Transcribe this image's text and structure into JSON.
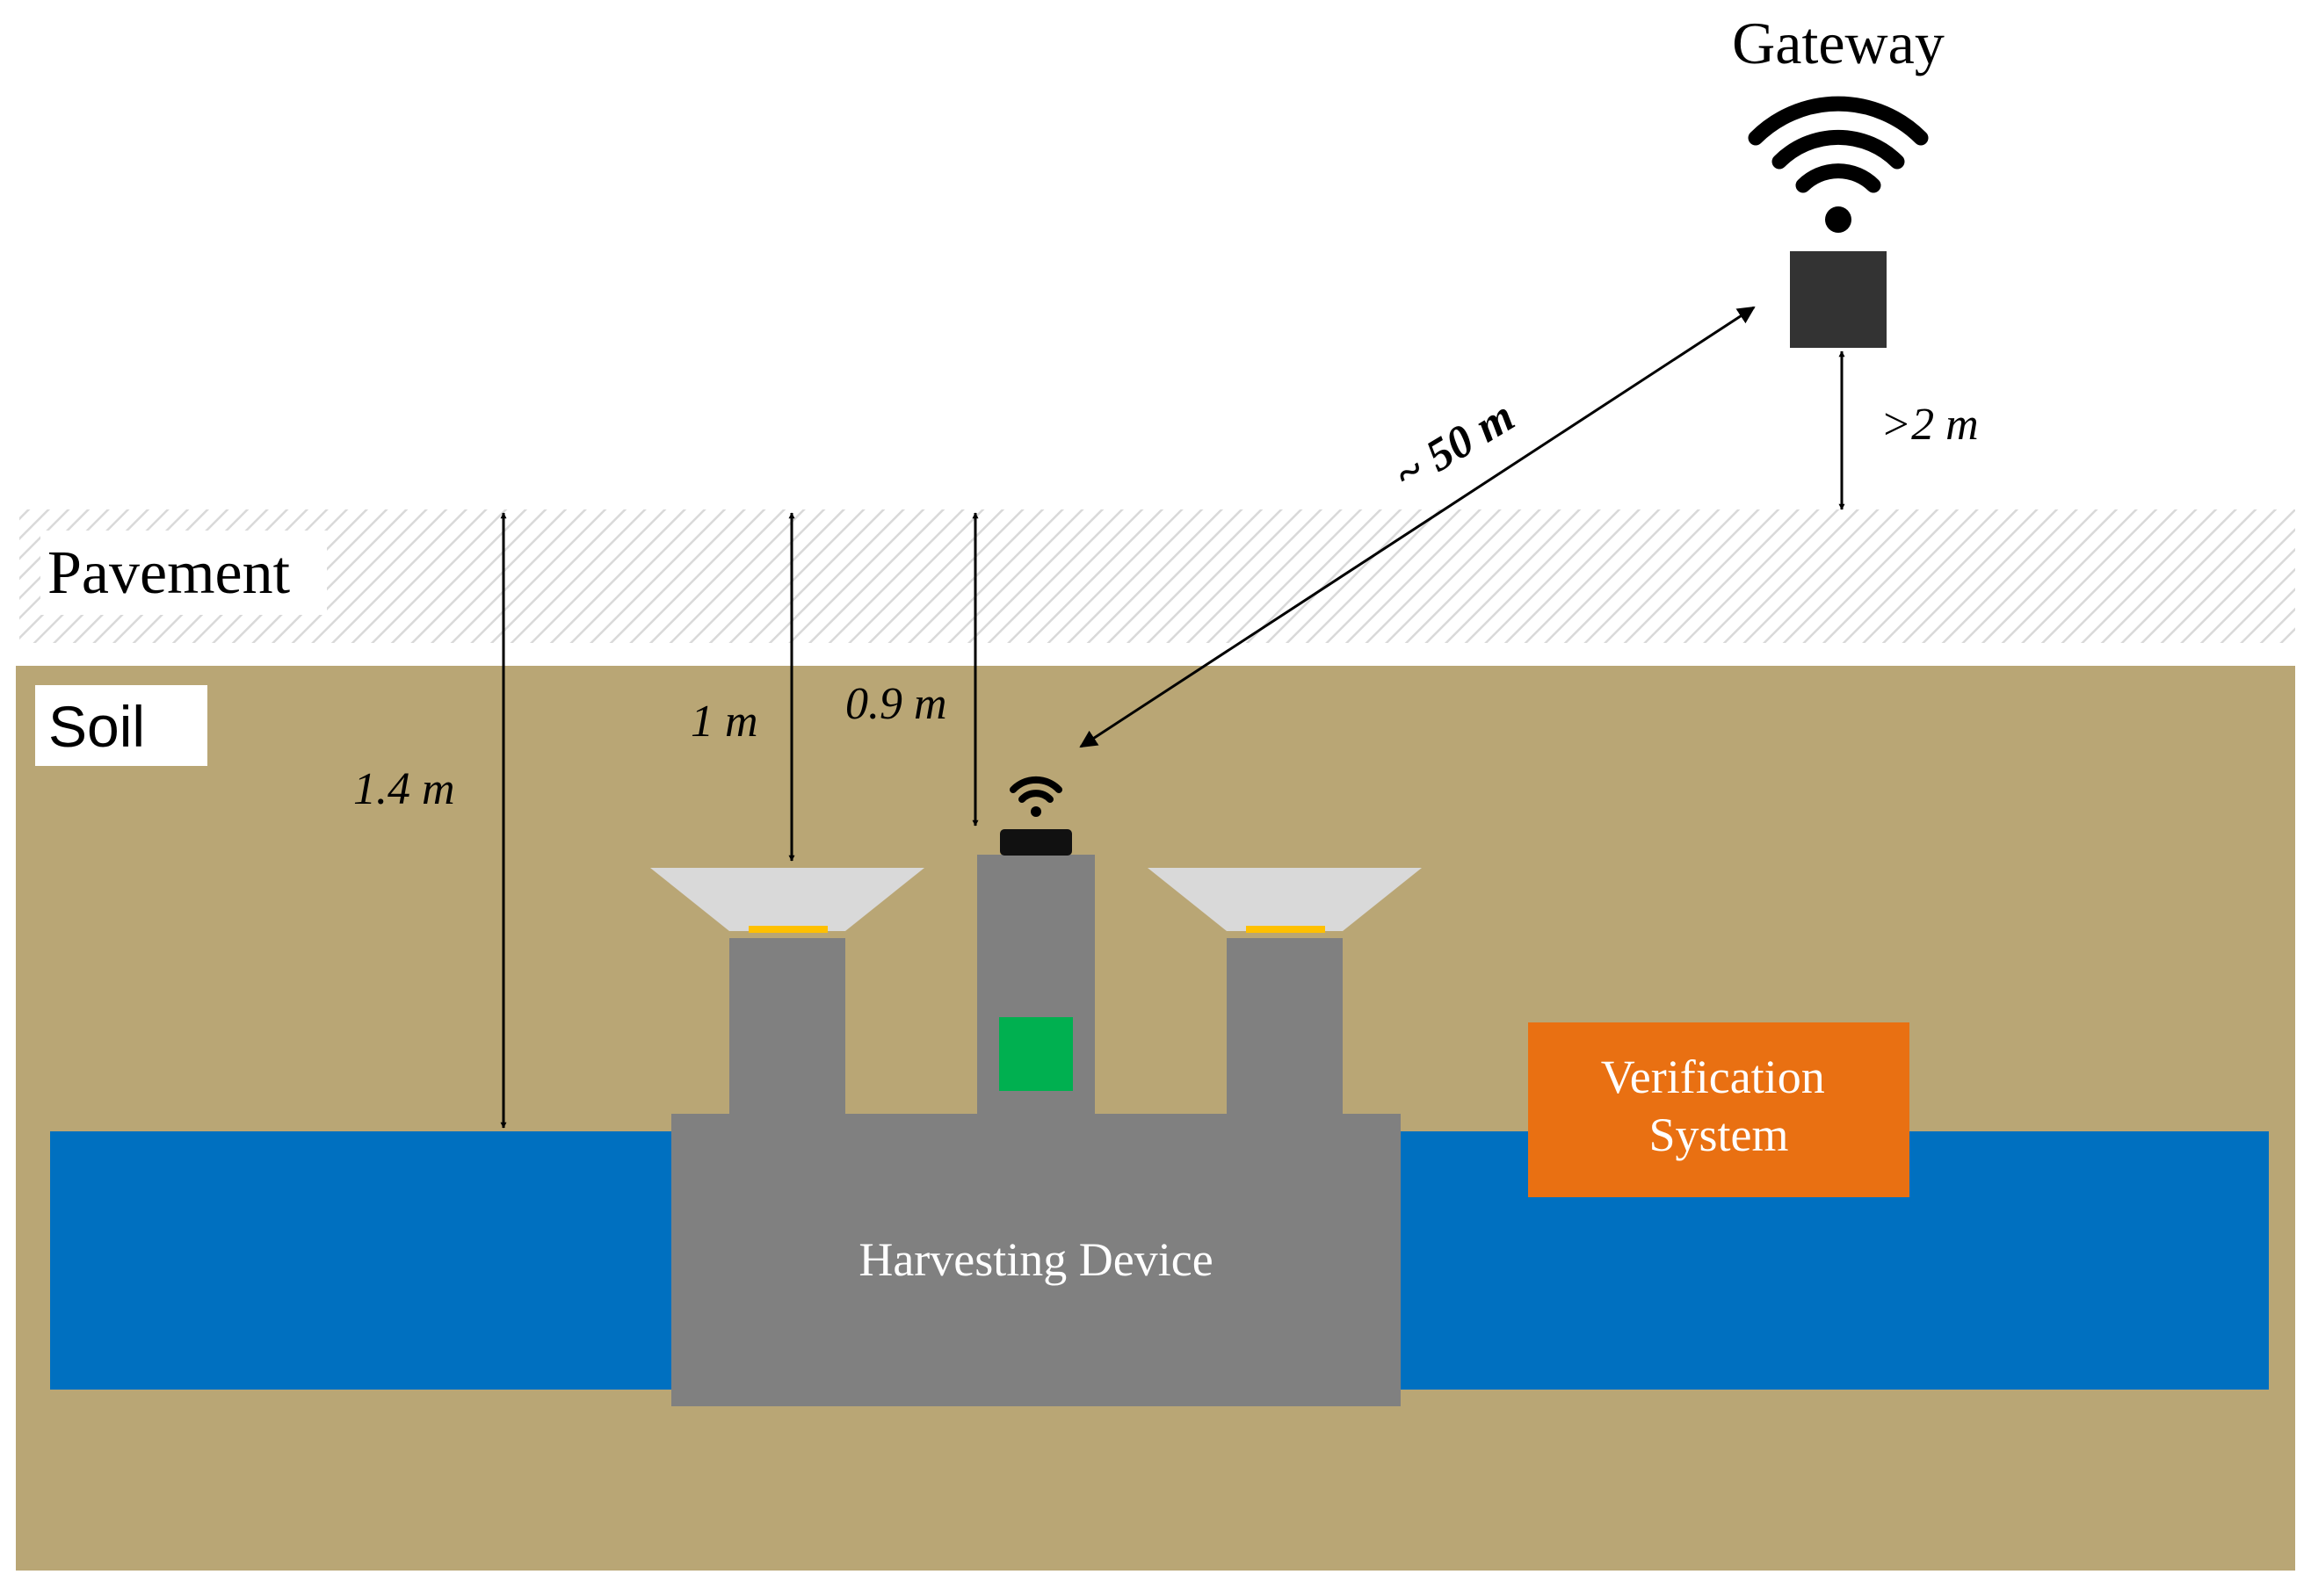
{
  "layers": {
    "pavement": "Pavement",
    "soil": "Soil"
  },
  "components": {
    "gateway": "Gateway",
    "harvesting_device": "Harvesting Device",
    "verification_system_line1": "Verification",
    "verification_system_line2": "System"
  },
  "dimensions": {
    "range": "~ 50 m",
    "gateway_height": ">2 m",
    "pipe_depth": "1.4 m",
    "funnel_depth": "1 m",
    "node_depth": "0.9 m"
  },
  "colors": {
    "soil": "#b9a675",
    "pipe": "#0070c0",
    "device": "#808080",
    "funnel": "#d9d9d9",
    "harvester_strip": "#ffc000",
    "sensor_module": "#00b050",
    "verification": "#e97012",
    "gateway_box": "#333333",
    "node_box": "#111111",
    "hatch": "#d9d9d9"
  },
  "icons": {
    "gateway_signal": "wifi-icon",
    "node_signal": "wifi-icon"
  }
}
